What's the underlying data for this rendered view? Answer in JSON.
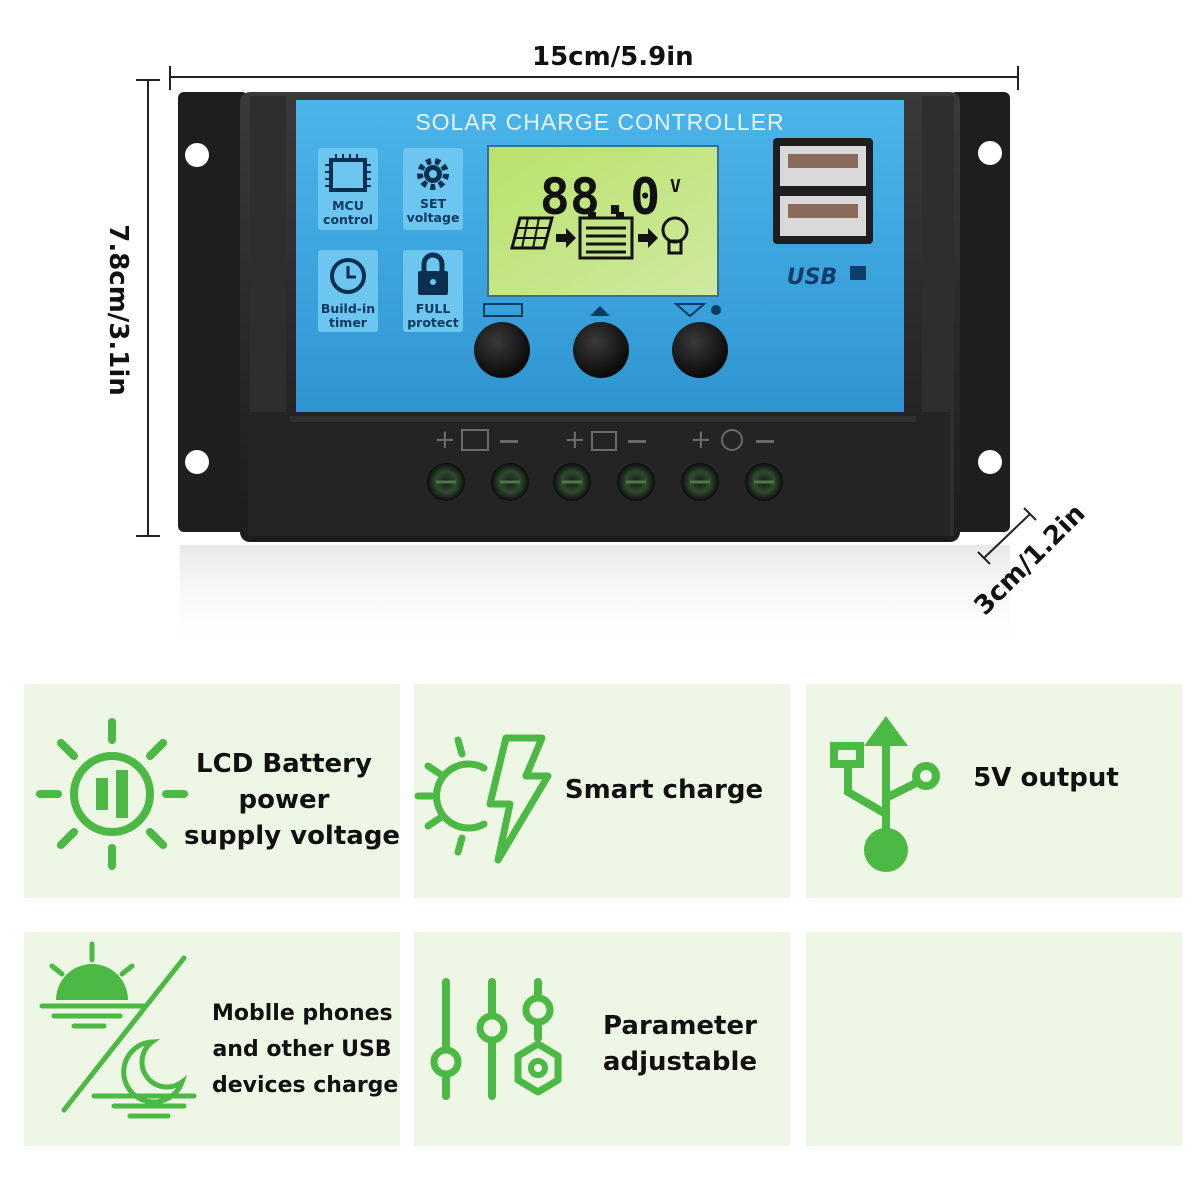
{
  "dimensions": {
    "width": "15cm/5.9in",
    "height": "7.8cm/3.1in",
    "depth": "3cm/1.2in"
  },
  "controller": {
    "title": "SOLAR CHARGE CONTROLLER",
    "lcd_value": "88.0",
    "lcd_unit": "V",
    "usb_label": "USB",
    "features": [
      {
        "line1": "MCU",
        "line2": "control",
        "icon": "chip-icon"
      },
      {
        "line1": "SET",
        "line2": "voltage",
        "icon": "gear-icon"
      },
      {
        "line1": "Build-in",
        "line2": "timer",
        "icon": "clock-icon"
      },
      {
        "line1": "FULL",
        "line2": "protect",
        "icon": "lock-icon"
      }
    ],
    "buttons": [
      "menu-button",
      "up-button",
      "down-button"
    ],
    "terminal_groups": [
      "solar-panel",
      "battery",
      "load"
    ]
  },
  "colors": {
    "accent_green": "#4cb944",
    "card_bg": "#eef6e5",
    "panel_blue": "#3fa7e0",
    "case_dark": "#2a2a2a"
  },
  "cards": [
    {
      "lines": [
        "LCD Battery",
        "power",
        "supply voltage"
      ],
      "icon": "sun-battery-icon"
    },
    {
      "lines": [
        "Smart charge"
      ],
      "icon": "sun-lightning-icon"
    },
    {
      "lines": [
        "5V output"
      ],
      "icon": "usb-symbol-icon"
    },
    {
      "lines": [
        "Moblle phones",
        "and other USB",
        "devices charge"
      ],
      "icon": "sunrise-moon-icon"
    },
    {
      "lines": [
        "Parameter",
        "adjustable"
      ],
      "icon": "sliders-icon"
    },
    {
      "lines": [],
      "icon": ""
    }
  ]
}
